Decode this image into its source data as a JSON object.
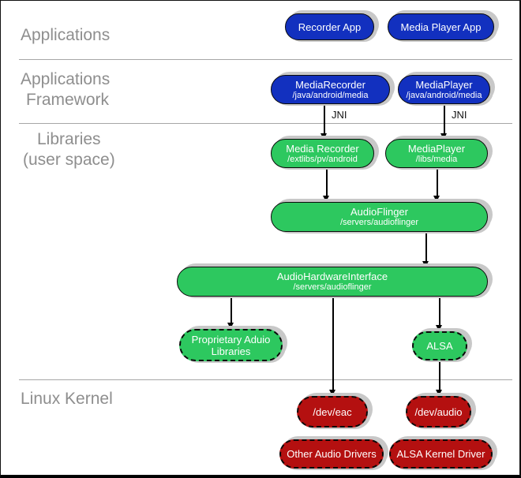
{
  "layers": {
    "applications": "Applications",
    "framework_line1": "Applications",
    "framework_line2": "Framework",
    "libraries_line1": "Libraries",
    "libraries_line2": "(user space)",
    "kernel": "Linux Kernel"
  },
  "nodes": {
    "recorder_app": {
      "title": "Recorder App"
    },
    "media_player_app": {
      "title": "Media Player App"
    },
    "media_recorder_fw": {
      "title": "MediaRecorder",
      "path": "/java/android/media"
    },
    "media_player_fw": {
      "title": "MediaPlayer",
      "path": "/java/android/media"
    },
    "media_recorder_lib": {
      "title": "Media Recorder",
      "path": "/extlibs/pv/android"
    },
    "media_player_lib": {
      "title": "MediaPlayer",
      "path": "/libs/media"
    },
    "audio_flinger": {
      "title": "AudioFlinger",
      "path": "/servers/audioflinger"
    },
    "audio_hardware_interface": {
      "title": "AudioHardwareInterface",
      "path": "/servers/audioflinger"
    },
    "proprietary_audio_libraries": {
      "title": "Proprietary Aduio Libraries"
    },
    "alsa": {
      "title": "ALSA"
    },
    "dev_eac": {
      "title": "/dev/eac"
    },
    "dev_audio": {
      "title": "/dev/audio"
    },
    "other_audio_drivers": {
      "title": "Other Audio Drivers"
    },
    "alsa_kernel_driver": {
      "title": "ALSA Kernel Driver"
    }
  },
  "connectors": {
    "jni_label": "JNI"
  },
  "colors": {
    "app_blue": "#1230bf",
    "lib_green": "#2dc85f",
    "kernel_red": "#b41010",
    "shadow": "#c8c8c8",
    "divider": "#a6a6a6",
    "label_text": "#8e8e8e",
    "white_text": "#ffffff"
  }
}
